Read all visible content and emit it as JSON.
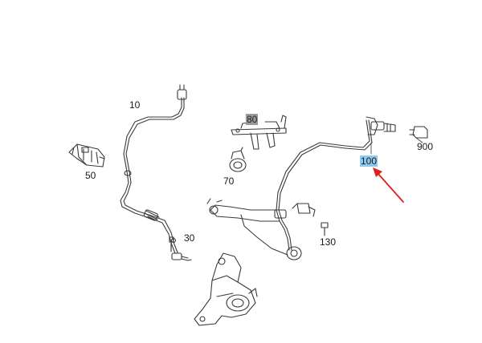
{
  "callouts": {
    "c10": "10",
    "c50": "50",
    "c80": "80",
    "c70": "70",
    "c100": "100",
    "c900": "900",
    "c30": "30",
    "c130": "130"
  },
  "colors": {
    "line": "#3a3a3a",
    "arrow": "#e02020",
    "highlight_gray": "#9a9a9a",
    "highlight_blue": "#8ec9ee"
  }
}
